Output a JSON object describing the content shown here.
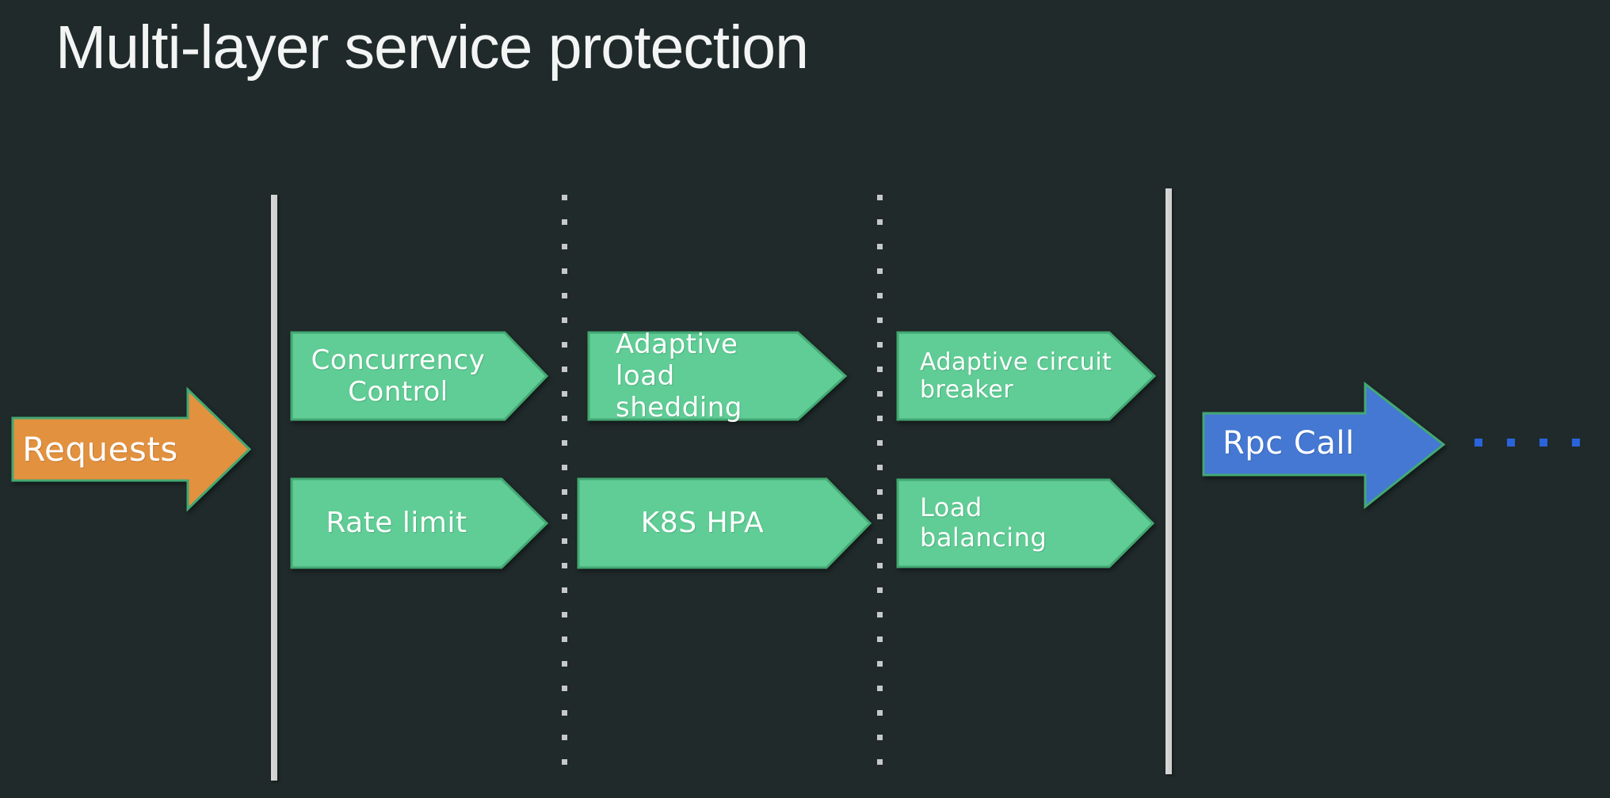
{
  "title": "Multi-layer service protection",
  "requests_arrow": {
    "label": "Requests"
  },
  "rpc_arrow": {
    "label": "Rpc Call"
  },
  "stages": [
    {
      "top": "Concurrency Control",
      "bottom": "Rate limit"
    },
    {
      "top": "Adaptive load shedding",
      "bottom": "K8S HPA"
    },
    {
      "top": "Adaptive circuit breaker",
      "bottom": "Load balancing"
    }
  ],
  "colors": {
    "background": "#202A2B",
    "title_text": "#F3F5F4",
    "stage_fill": "#5FCD95",
    "stage_border": "#43A872",
    "requests_fill": "#E2913F",
    "rpc_fill": "#4478D3",
    "label_text": "#FFFFFF",
    "boundary_line": "#CBCECD",
    "separator_dot": "#C6C9C8",
    "rpc_dot": "#2A63DC"
  }
}
